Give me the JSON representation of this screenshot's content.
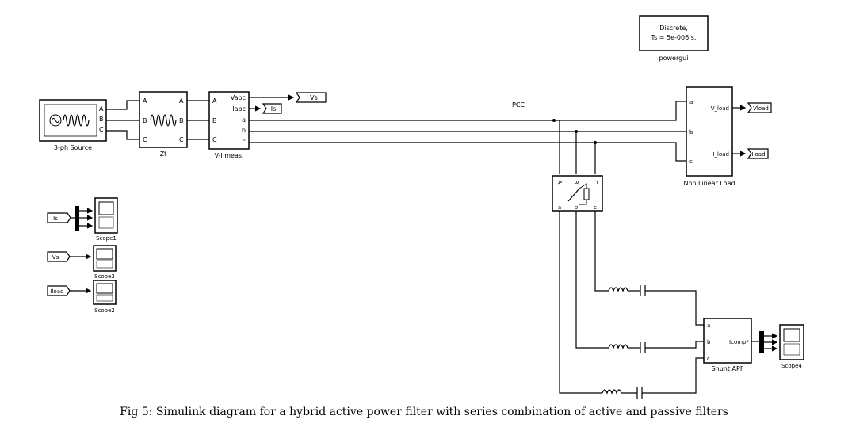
{
  "caption": "Fig 5: Simulink diagram for a hybrid active power filter with series combination of active and passive filters",
  "powergui": {
    "line1": "Discrete,",
    "line2": "Ts = 5e-006 s.",
    "name": "powergui"
  },
  "source": {
    "name": "3-ph Source",
    "ports": [
      "A",
      "B",
      "C"
    ]
  },
  "zt": {
    "name": "Zt",
    "ports_in": [
      "A",
      "B",
      "C"
    ],
    "ports_out": [
      "A",
      "B",
      "C"
    ]
  },
  "vi_meas": {
    "name": "V-I meas.",
    "ports_in": [
      "A",
      "B",
      "C"
    ],
    "out_vabc": "Vabc",
    "out_iabc": "Iabc",
    "ports_out": [
      "a",
      "b",
      "c"
    ]
  },
  "tags": {
    "vs": "Vs",
    "is": "Is",
    "vload": "Vload",
    "iload": "Iload"
  },
  "pcc": "PCC",
  "load": {
    "name": "Non Linear Load",
    "ports_in": [
      "a",
      "b",
      "c"
    ],
    "out_v": "V_load",
    "out_i": "I_load"
  },
  "breaker": {
    "ports_top": [
      "A",
      "B",
      "C"
    ],
    "ports_bottom": [
      "a",
      "b",
      "c"
    ]
  },
  "scopes": {
    "scope1": "Scope1",
    "scope3": "Scope3",
    "scope2": "Scope2",
    "scope4": "Scope4"
  },
  "apf": {
    "name": "Shunt APF",
    "ports_in": [
      "a",
      "b",
      "c"
    ],
    "out": "Icomp*"
  }
}
